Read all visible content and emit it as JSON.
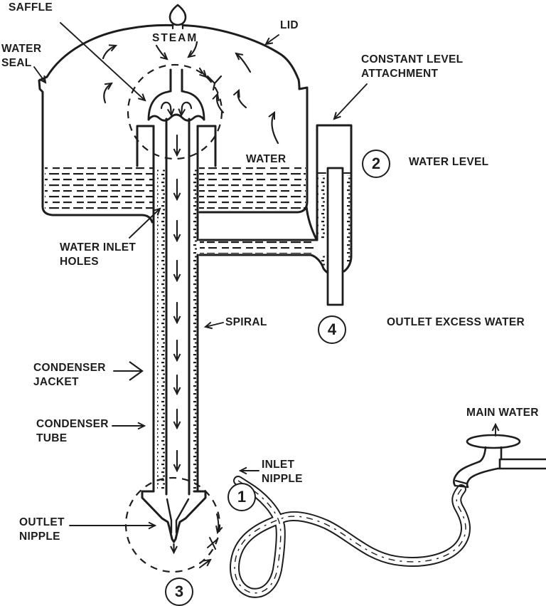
{
  "figure": {
    "kind": "water distillation apparatus diagram",
    "colors": {
      "ink": "#1d1d1d",
      "background": "#ffffff"
    }
  },
  "labels": {
    "saffle": "SAFFLE",
    "water_seal": [
      "WATER",
      "SEAL"
    ],
    "steam": "STEAM",
    "lid": "LID",
    "constant_level": [
      "CONSTANT LEVEL",
      "ATTACHMENT"
    ],
    "water": "WATER",
    "water_level": "WATER LEVEL",
    "water_inlet_holes": [
      "WATER INLET",
      "HOLES"
    ],
    "spiral": "SPIRAL",
    "outlet_excess_water": "OUTLET EXCESS WATER",
    "condenser_jacket": [
      "CONDENSER",
      "JACKET"
    ],
    "condenser_tube": [
      "CONDENSER",
      "TUBE"
    ],
    "outlet_nipple": [
      "OUTLET",
      "NIPPLE"
    ],
    "inlet_nipple": [
      "INLET",
      "NIPPLE"
    ],
    "main_water": "MAIN WATER"
  },
  "markers": {
    "one": "1",
    "two": "2",
    "three": "3",
    "four": "4"
  }
}
